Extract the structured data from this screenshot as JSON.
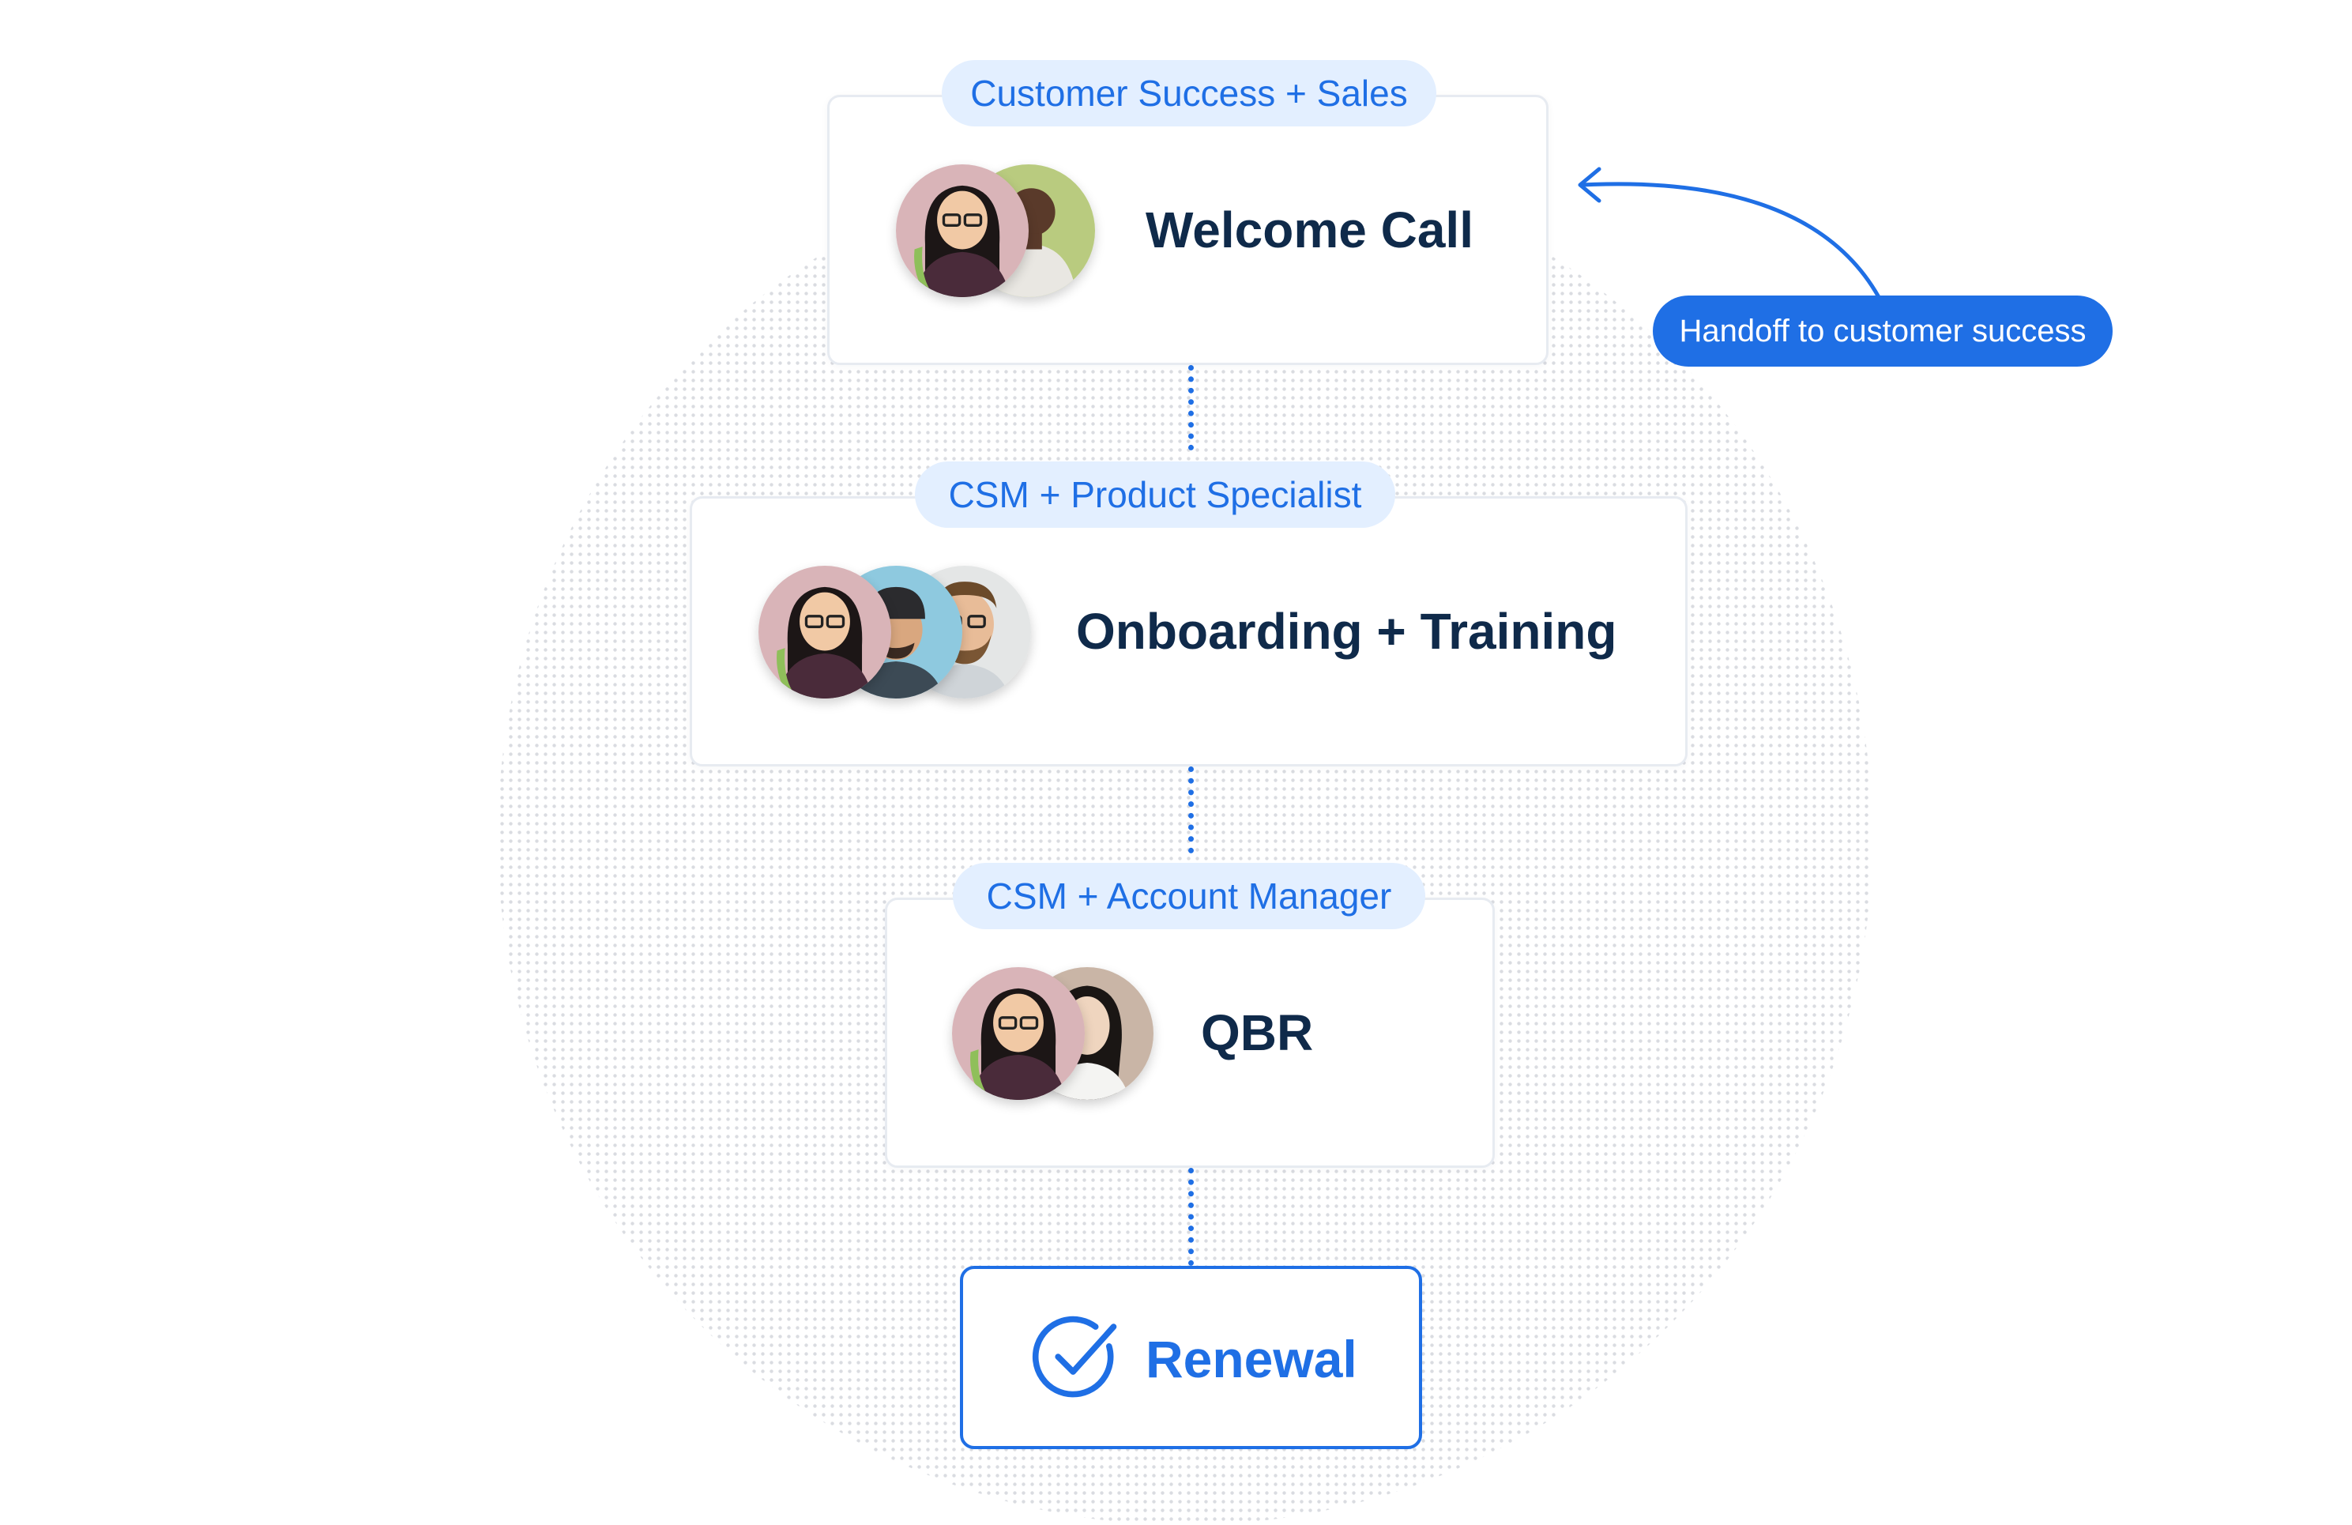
{
  "diagram": {
    "stages": [
      {
        "team_label": "Customer Success + Sales",
        "title": "Welcome Call",
        "avatars": [
          "person-avatar-woman-glasses",
          "person-avatar-man"
        ]
      },
      {
        "team_label": "CSM + Product Specialist",
        "title": "Onboarding + Training",
        "avatars": [
          "person-avatar-woman-glasses",
          "person-avatar-man-beanie",
          "person-avatar-man-beard-glasses"
        ]
      },
      {
        "team_label": "CSM + Account Manager",
        "title": "QBR",
        "avatars": [
          "person-avatar-woman-glasses",
          "person-avatar-woman-braids"
        ]
      }
    ],
    "final": {
      "label": "Renewal",
      "icon": "check-circle-icon"
    },
    "annotation": {
      "label": "Handoff to customer success"
    },
    "colors": {
      "accent": "#1f6fe5",
      "pill_bg": "#e3efff",
      "title_text": "#0f2a4a",
      "card_border": "#e7ebf1",
      "dot_pattern": "#d6d9de"
    }
  }
}
